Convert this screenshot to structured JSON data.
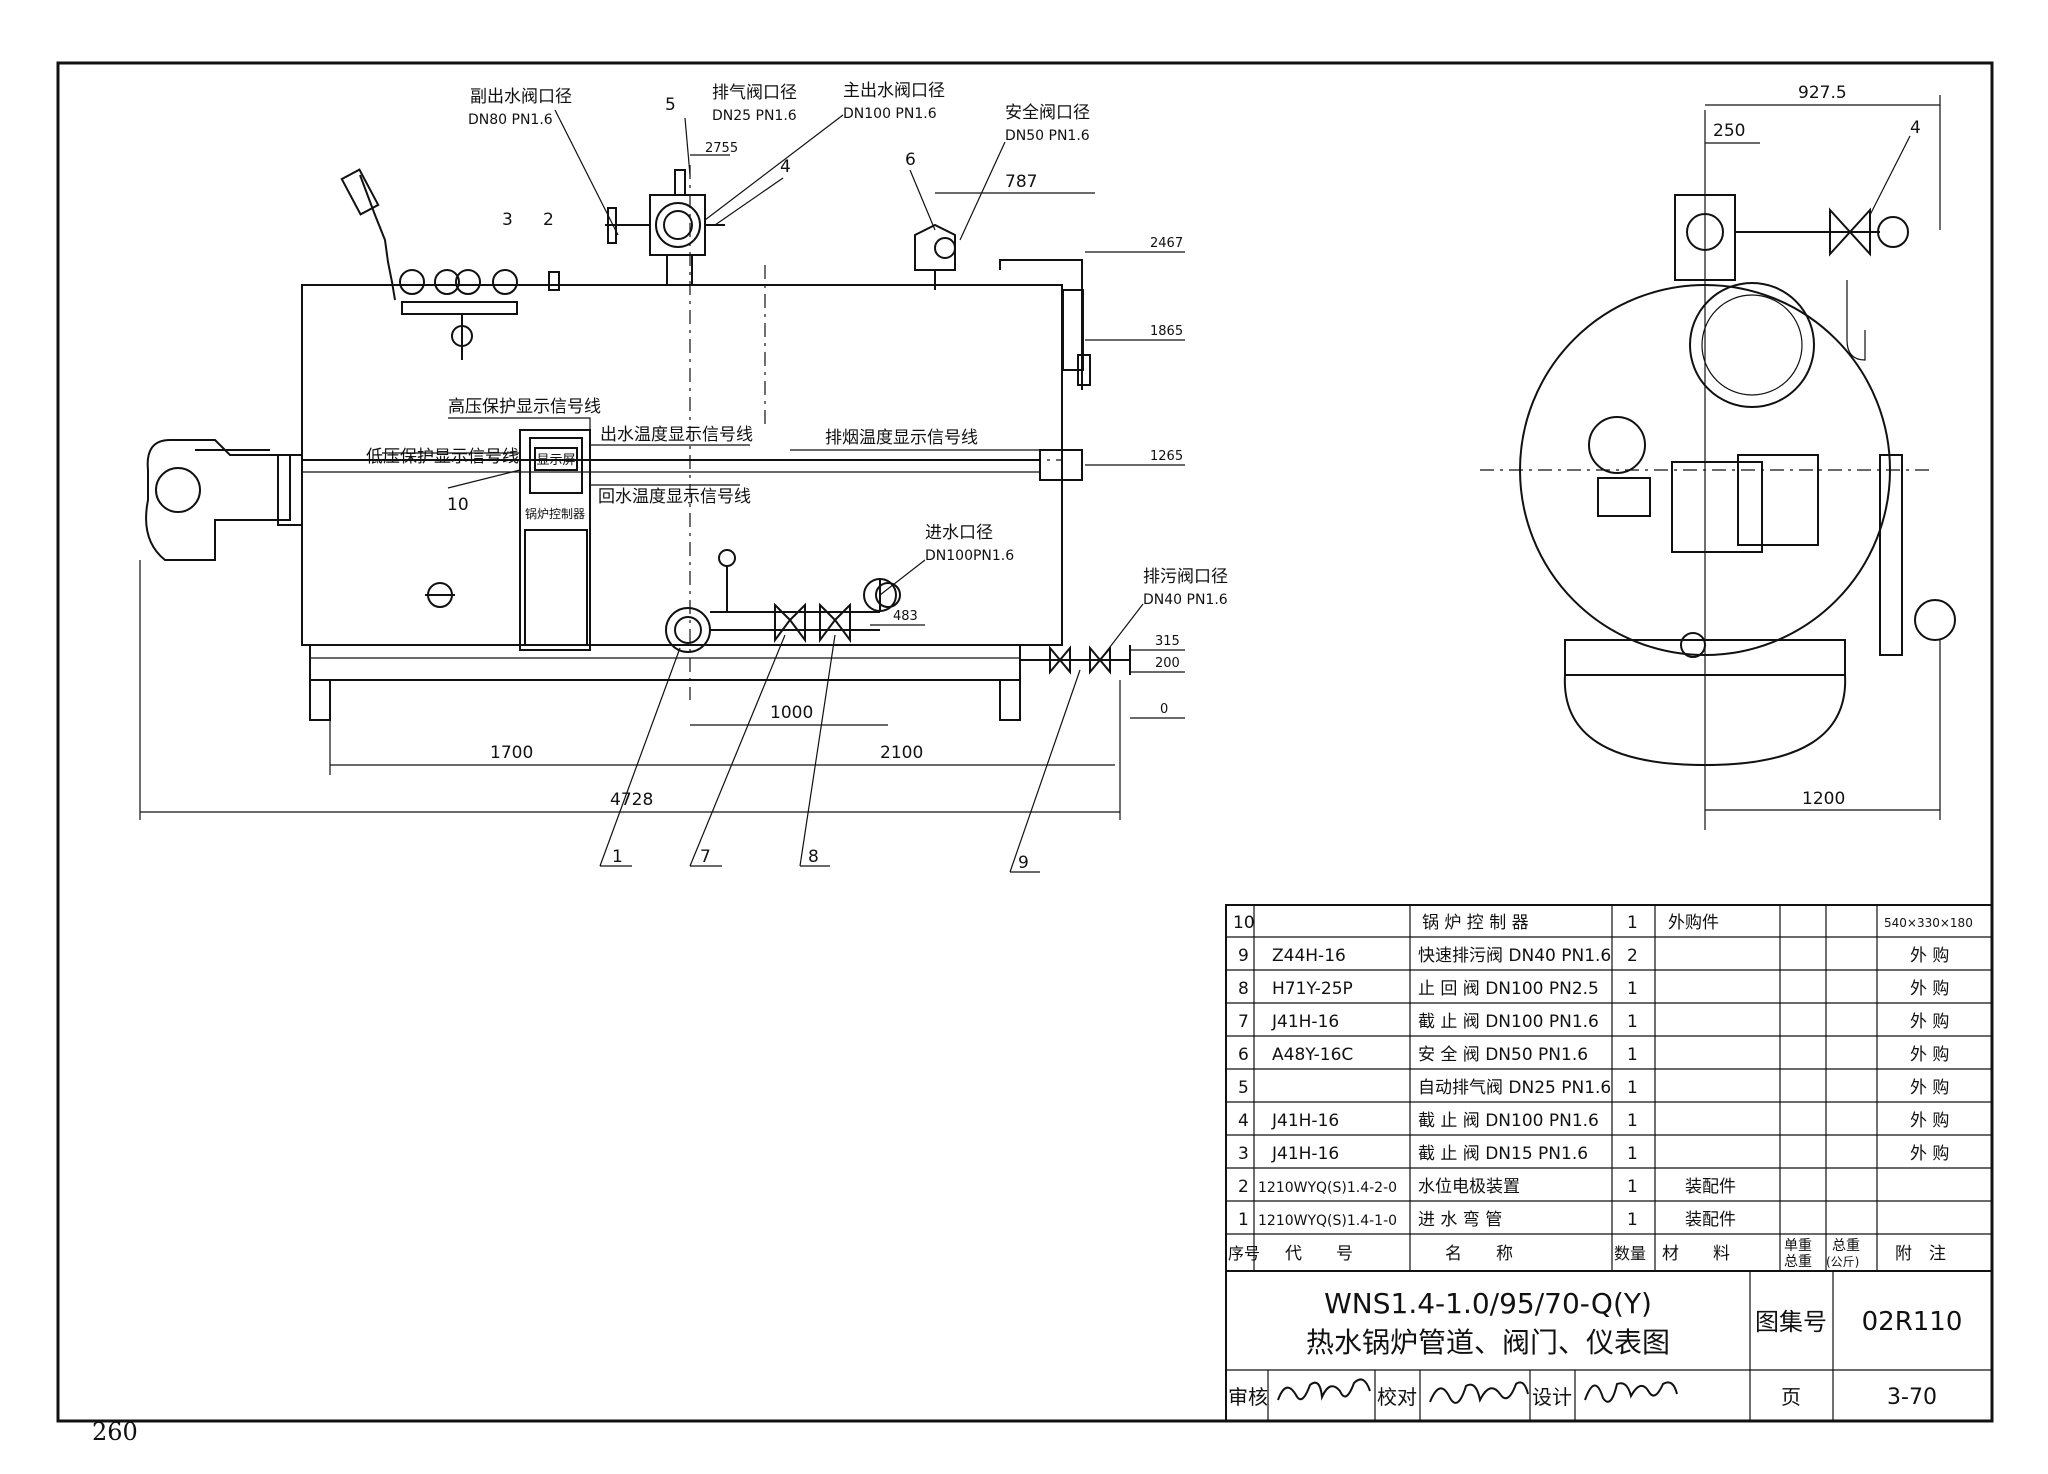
{
  "page_number": "260",
  "callouts": {
    "aux_outlet": {
      "title": "副出水阀口径",
      "spec": "DN80 PN1.6"
    },
    "vent_valve": {
      "title": "排气阀口径",
      "spec": "DN25 PN1.6"
    },
    "main_outlet": {
      "title": "主出水阀口径",
      "spec": "DN100 PN1.6"
    },
    "safety_valve": {
      "title": "安全阀口径",
      "spec": "DN50 PN1.6"
    },
    "inlet": {
      "title": "进水口径",
      "spec": "DN100PN1.6"
    },
    "blowdown": {
      "title": "排污阀口径",
      "spec": "DN40 PN1.6"
    }
  },
  "signal_lines": {
    "high_pressure": "高压保护显示信号线",
    "low_pressure": "低压保护显示信号线",
    "outlet_temp": "出水温度显示信号线",
    "flue_temp": "排烟温度显示信号线",
    "return_temp": "回水温度显示信号线"
  },
  "panel": {
    "display": "显示屏",
    "controller": "锅炉控制器"
  },
  "item_numbers": [
    "1",
    "2",
    "3",
    "4",
    "5",
    "6",
    "7",
    "8",
    "9",
    "10"
  ],
  "elevations": [
    "2755",
    "2467",
    "1865",
    "1265",
    "483",
    "315",
    "200",
    "0"
  ],
  "dimensions": {
    "front": [
      "787",
      "1000",
      "1700",
      "2100",
      "4728"
    ],
    "side": [
      "927.5",
      "250",
      "1200"
    ]
  },
  "parts_table": {
    "headers": {
      "seq": "序号",
      "code": "代　　号",
      "name": "名　　称",
      "qty": "数量",
      "material": "材　　料",
      "unit_weight": "单重",
      "total_weight": "总重",
      "weight_unit": "(公斤)",
      "total_label": "总重",
      "note": "附　注"
    },
    "rows": [
      {
        "seq": "10",
        "code": "",
        "name": "锅 炉 控 制 器",
        "qty": "1",
        "material": "外购件",
        "note": "540×330×180"
      },
      {
        "seq": "9",
        "code": "Z44H-16",
        "name": "快速排污阀 DN40 PN1.6",
        "qty": "2",
        "material": "",
        "note": "外 购"
      },
      {
        "seq": "8",
        "code": "H71Y-25P",
        "name": "止 回 阀  DN100 PN2.5",
        "qty": "1",
        "material": "",
        "note": "外 购"
      },
      {
        "seq": "7",
        "code": "J41H-16",
        "name": "截 止 阀  DN100 PN1.6",
        "qty": "1",
        "material": "",
        "note": "外 购"
      },
      {
        "seq": "6",
        "code": "A48Y-16C",
        "name": "安 全 阀  DN50 PN1.6",
        "qty": "1",
        "material": "",
        "note": "外 购"
      },
      {
        "seq": "5",
        "code": "",
        "name": "自动排气阀 DN25 PN1.6",
        "qty": "1",
        "material": "",
        "note": "外 购"
      },
      {
        "seq": "4",
        "code": "J41H-16",
        "name": "截 止 阀  DN100 PN1.6",
        "qty": "1",
        "material": "",
        "note": "外 购"
      },
      {
        "seq": "3",
        "code": "J41H-16",
        "name": "截 止 阀  DN15 PN1.6",
        "qty": "1",
        "material": "",
        "note": "外 购"
      },
      {
        "seq": "2",
        "code": "1210WYQ(S)1.4-2-0",
        "name": "水位电极装置",
        "qty": "1",
        "material": "装配件",
        "note": ""
      },
      {
        "seq": "1",
        "code": "1210WYQ(S)1.4-1-0",
        "name": "进 水 弯 管",
        "qty": "1",
        "material": "装配件",
        "note": ""
      }
    ]
  },
  "title_block": {
    "title_line1": "WNS1.4-1.0/95/70-Q(Y)",
    "title_line2": "热水锅炉管道、阀门、仪表图",
    "atlas_label": "图集号",
    "atlas_number": "02R110",
    "review_label": "审核",
    "check_label": "校对",
    "design_label": "设计",
    "page_label": "页",
    "page_value": "3-70"
  }
}
